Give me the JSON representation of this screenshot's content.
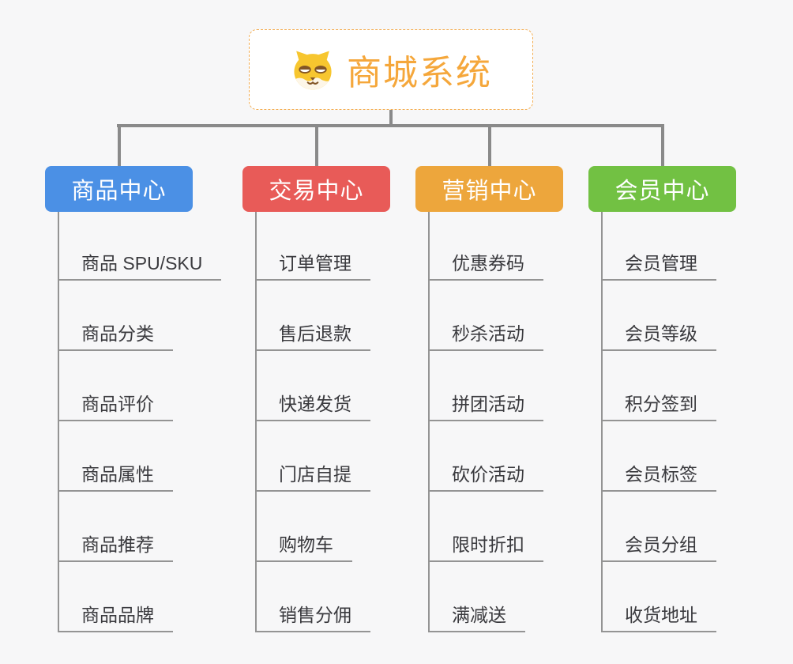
{
  "root": {
    "title": "商城系统",
    "icon": "shiba-dog-icon",
    "accent_color": "#F5A73B",
    "border_color": "#F3AD52"
  },
  "connector_color": "#8A8A8A",
  "line_color": "#949494",
  "leaf_text_color": "#3A3A3E",
  "background_color": "#F7F7F8",
  "branches": [
    {
      "label": "商品中心",
      "color": "#4B90E5",
      "items": [
        "商品 SPU/SKU",
        "商品分类",
        "商品评价",
        "商品属性",
        "商品推荐",
        "商品品牌"
      ]
    },
    {
      "label": "交易中心",
      "color": "#E85B58",
      "items": [
        "订单管理",
        "售后退款",
        "快递发货",
        "门店自提",
        "购物车",
        "销售分佣"
      ]
    },
    {
      "label": "营销中心",
      "color": "#EDA63C",
      "items": [
        "优惠券码",
        "秒杀活动",
        "拼团活动",
        "砍价活动",
        "限时折扣",
        "满减送"
      ]
    },
    {
      "label": "会员中心",
      "color": "#72C143",
      "items": [
        "会员管理",
        "会员等级",
        "积分签到",
        "会员标签",
        "会员分组",
        "收货地址"
      ]
    }
  ]
}
